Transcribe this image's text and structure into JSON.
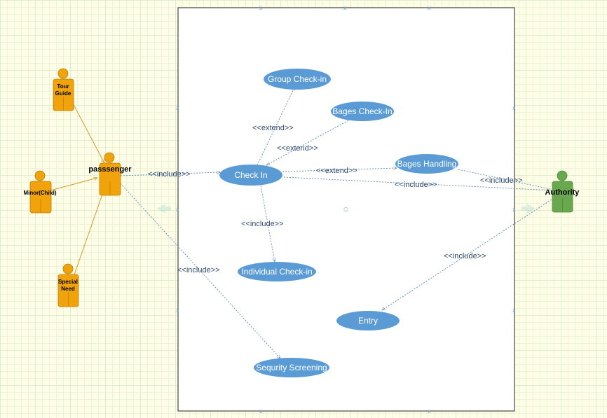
{
  "actors": {
    "tour_guide": {
      "line1": "Tour",
      "line2": "Guide",
      "color": "#f0a30a"
    },
    "minor_child": {
      "label": "Minor(Child)",
      "color": "#f0a30a"
    },
    "special_need": {
      "line1": "Special",
      "line2": "Need",
      "color": "#f0a30a"
    },
    "passenger": {
      "label": "passsenger",
      "color": "#f0a30a"
    },
    "authority": {
      "label": "Authority",
      "color": "#6aa84f"
    }
  },
  "use_cases": {
    "group_checkin": "Group Check-in",
    "bages_checkin": "Bages Check-In",
    "check_in": "Check In",
    "bages_handling": "Bages Handling",
    "individual_checkin": "Individual Check-in",
    "entry": "Entry",
    "security_screening": "Sequrity Screening"
  },
  "relations": {
    "passenger_checkin": "<<include>>",
    "checkin_group": "<<extend>>",
    "bages_checkin_ext": "<<extend>>",
    "checkin_bages_handling": "<<extend>>",
    "checkin_authority": "<<include>>",
    "handling_authority": "<<include>>",
    "checkin_individual": "<<include>>",
    "passenger_screening": "<<include>>",
    "authority_entry": "<<include>>"
  },
  "colors": {
    "use_case_fill": "#5b9bd5",
    "boundary_stroke": "#222222",
    "relation_line": "#5b88bd",
    "association_line": "#d49a2a"
  }
}
